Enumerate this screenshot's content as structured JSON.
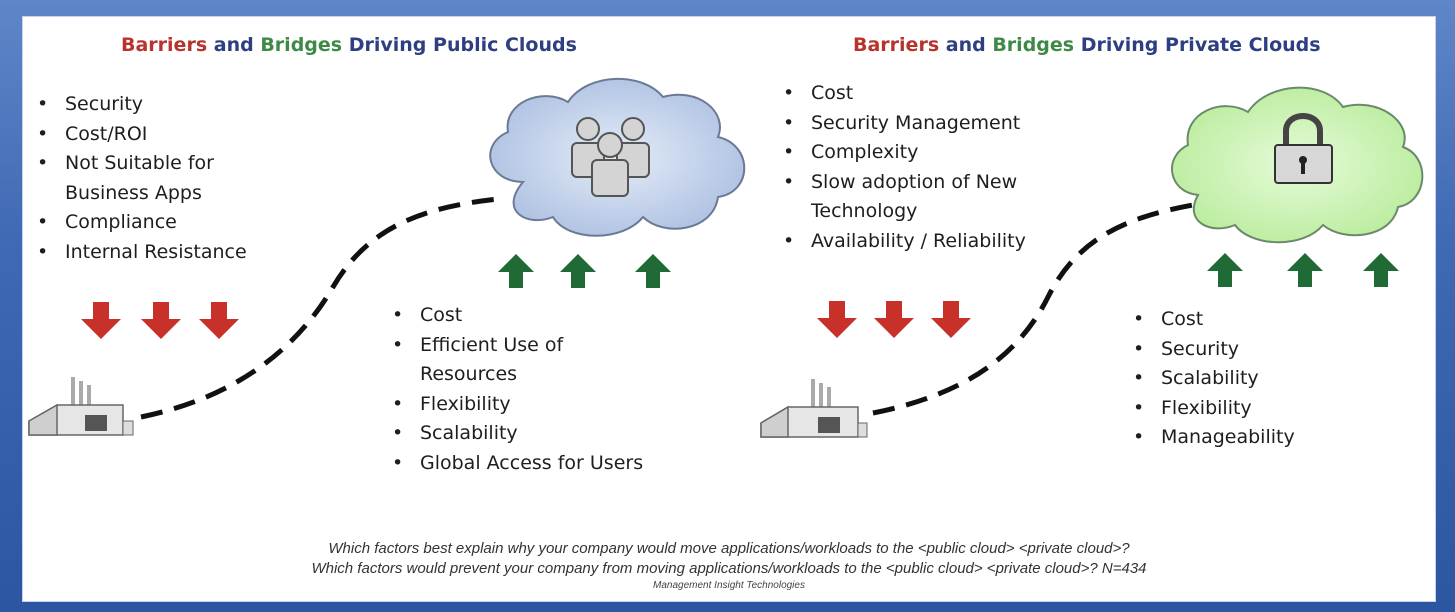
{
  "left_heading": {
    "barriers": "Barriers",
    "and": "and",
    "bridges": "Bridges",
    "rest": "Driving Public Clouds"
  },
  "right_heading": {
    "barriers": "Barriers",
    "and": "and",
    "bridges": "Bridges",
    "rest": "Driving Private Clouds"
  },
  "public_barriers": [
    "Security",
    "Cost/ROI",
    "Not Suitable for",
    "Business Apps",
    "Compliance",
    "Internal Resistance"
  ],
  "public_bridges": [
    "Cost",
    "Efficient Use of",
    "Resources",
    "Flexibility",
    "Scalability",
    "Global Access for Users"
  ],
  "private_barriers": [
    "Cost",
    "Security Management",
    "Complexity",
    "Slow adoption of New",
    "Technology",
    "Availability / Reliability"
  ],
  "private_bridges": [
    "Cost",
    "Security",
    "Scalability",
    "Flexibility",
    "Manageability"
  ],
  "footer": {
    "question1": "Which factors best explain why your company would move applications/workloads to the <public cloud> <private cloud>?",
    "question2": "Which factors would prevent your company from  moving applications/workloads to the  <public cloud> <private cloud>? N=434",
    "source": "Management Insight Technologies"
  },
  "colors": {
    "barrier_arrow": "#c8302a",
    "bridge_arrow": "#1f6a35",
    "public_cloud": "#b9c9e6",
    "private_cloud": "#c8f0b0"
  }
}
